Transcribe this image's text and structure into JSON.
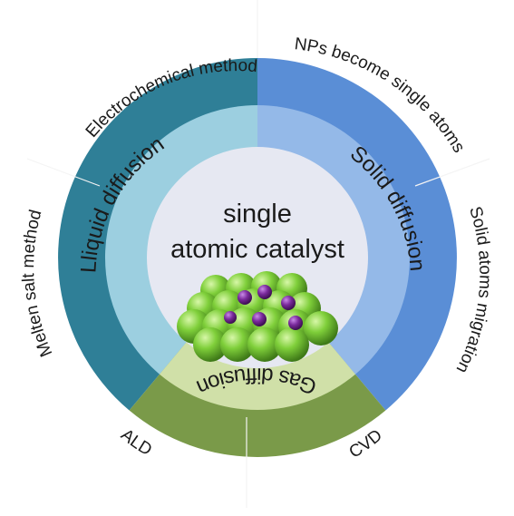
{
  "center": {
    "line1": "single",
    "line2": "atomic catalyst"
  },
  "middle_ring": {
    "liquid": "Lliquid diffusion",
    "solid": "Solid diffusion",
    "gas": "Gas diffusion"
  },
  "outer_ring": {
    "electrochemical": "Electrochemical method",
    "melten_salt": "Melten salt method",
    "nps_single": "NPs become single atoms",
    "solid_migration": "Solid atoms migration",
    "ald": "ALD",
    "cvd": "CVD"
  },
  "colors": {
    "liquid_outer": "#2f7f97",
    "liquid_middle": "#9ccfe0",
    "solid_outer": "#5a8ed6",
    "solid_middle": "#94b9e8",
    "gas_outer": "#7a9a49",
    "gas_middle": "#d0e0a8",
    "center": "#e6e8f2",
    "sphere_green": "#7fcf3a",
    "sphere_purple": "#7a2a9c"
  }
}
